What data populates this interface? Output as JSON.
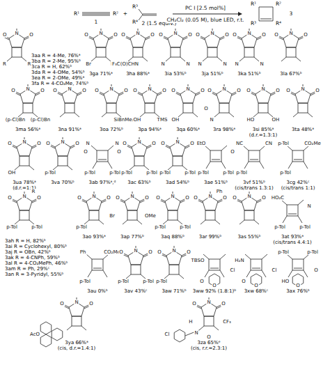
{
  "diagram": {
    "labels": [
      "R¹",
      "R²",
      "1",
      "+",
      "R³",
      "R⁴",
      "2",
      "(1.5 equiv.)",
      "PC I [2.5 mol%]",
      "CH₂Cl₂ (0.05 M), blue LED, r.t.",
      "R¹",
      "R²",
      "R³",
      "R⁴",
      "3",
      "O",
      "N",
      "O",
      "R",
      "R",
      "3aa R = 4-Me, 76%ᵃ",
      "3ba R = 2-Me, 95%ᵇ",
      "3ca R = H, 62%ᵇ",
      "3da R = 4-OMe, 54%ᵇ",
      "3ea R = 2-OMe, 49%ᵃ",
      "3fa R = 4-CO₂Me, 74%ᵇ",
      "O",
      "N",
      "O",
      "Br",
      "Br",
      "3ga 71%ᵃ",
      "O",
      "N",
      "O",
      "F₃C(O)CHN",
      "3ha 88%ᵃ",
      "O",
      "N",
      "O",
      "N",
      "N",
      "3ia 53%ᵇ",
      "O",
      "N",
      "O",
      "N",
      "N",
      "3ja 51%ᵇ",
      "O",
      "N",
      "O",
      "N",
      "N",
      "3ka 51%ᵇ",
      "O",
      "N",
      "O",
      "3la 67%ᵇ",
      "O",
      "N",
      "O",
      "(p-Cl)Bn",
      "(p-Cl)Bn",
      "3ma 56%ᵃ",
      "O",
      "N",
      "O",
      "3na 91%ᵃ",
      "O",
      "N",
      "O",
      "SiBnMe₂",
      "3oa 72%ᵇ",
      "O",
      "N",
      "O",
      "OH",
      "TMS",
      "3pa 94%ᵃ",
      "O",
      "N",
      "O",
      "OH",
      "3qa 60%ᵃ",
      "O",
      "N",
      "O",
      "O",
      "N",
      "3ra 98%ᵃ",
      "O",
      "N",
      "O",
      "HO",
      "OH",
      "3si 85%ᵃ",
      "(d.r.=1.3:1)",
      "O",
      "N",
      "O",
      "3ta 48%ᵃ",
      "O",
      "N",
      "O",
      "OH",
      "3ua 78%ᵃ",
      "(d.r.=1:1)",
      "O",
      "N",
      "O",
      "p-Tol",
      "3va 70%ᵇ",
      "N",
      "O",
      "O",
      "N",
      "p-Tol",
      "p-Tol",
      "3ab 97%ᵃ,ᵈ",
      "O",
      "N",
      "O",
      "p-Tol",
      "p-Tol",
      "3ac 63%ᵇ",
      "O",
      "N",
      "O",
      "p-Tol",
      "p-Tol",
      "3ad 54%ᵇ",
      "EtO",
      "O",
      "p-Tol",
      "p-Tol",
      "3ae 51%ᵇ",
      "NC",
      "CN",
      "p-Tol",
      "3vf 51%ᵇ",
      "(cis/trans 1.3:1)",
      "p-Tol",
      "CO₂Me",
      "p-Tol",
      "3cg 42%ᶜ",
      "(cis/trans 1:1)",
      "O",
      "N",
      "O",
      "R",
      "p-Tol",
      "p-Tol",
      "3ah R = H, 82%ᵇ",
      "3ai R = Cyclohexyl, 80%ᵇ",
      "3aj R = OBn, 42%ᵇ",
      "3ak R = 4-CNPh, 59%ᵇ",
      "3al R = 4-CO₂MePh, 46%ᵇ",
      "3am R = Ph, 29%ᶜ",
      "3an R = 3-Pyridyl, 55%ᵇ",
      "O",
      "N",
      "O",
      "Br",
      "p-Tol",
      "3ao 93%ᵃ",
      "O",
      "N",
      "O",
      "OMe",
      "3ap 77%ᵇ",
      "O",
      "N",
      "O",
      "p-Tol",
      "p-Tol",
      "3aq 88%ᵇ",
      "O",
      "N",
      "O",
      "Ph",
      "3ar 99%ᵇ",
      "O",
      "N",
      "O",
      "3as 55%ᵇ",
      "HO₂C",
      "N",
      "p-Tol",
      "p-Tol",
      "3at 93%ᵃ",
      "(cis/trans 4.4:1)",
      "Ph",
      "CO₂Me",
      "p-Tol",
      "3au 0%ᵇ",
      "O",
      "N",
      "O",
      "p-Tol",
      "p-Tol",
      "3av 43%ᶜ",
      "O",
      "N",
      "O",
      "p-Tol",
      "3aw 71%ᵇ",
      "TBSO",
      "O",
      "O",
      "Cl",
      "3ww 92% (1.8:1)ᵇ",
      "H₂N",
      "O",
      "O",
      "Cl",
      "3xw 68%ᶜ",
      "p-Tol",
      "p-Tol",
      "HO",
      "O",
      "O",
      "3ax 76%ᵇ",
      "O",
      "N",
      "O",
      "AcO",
      "3ya 66%ᵃ",
      "(cis, d.r.=1.4:1)",
      "O",
      "N",
      "O",
      "CF₃",
      "Cl",
      "H",
      "N",
      "O",
      "3za 65%ᵉ",
      "(cis, r.r.=2.3:1)"
    ]
  }
}
